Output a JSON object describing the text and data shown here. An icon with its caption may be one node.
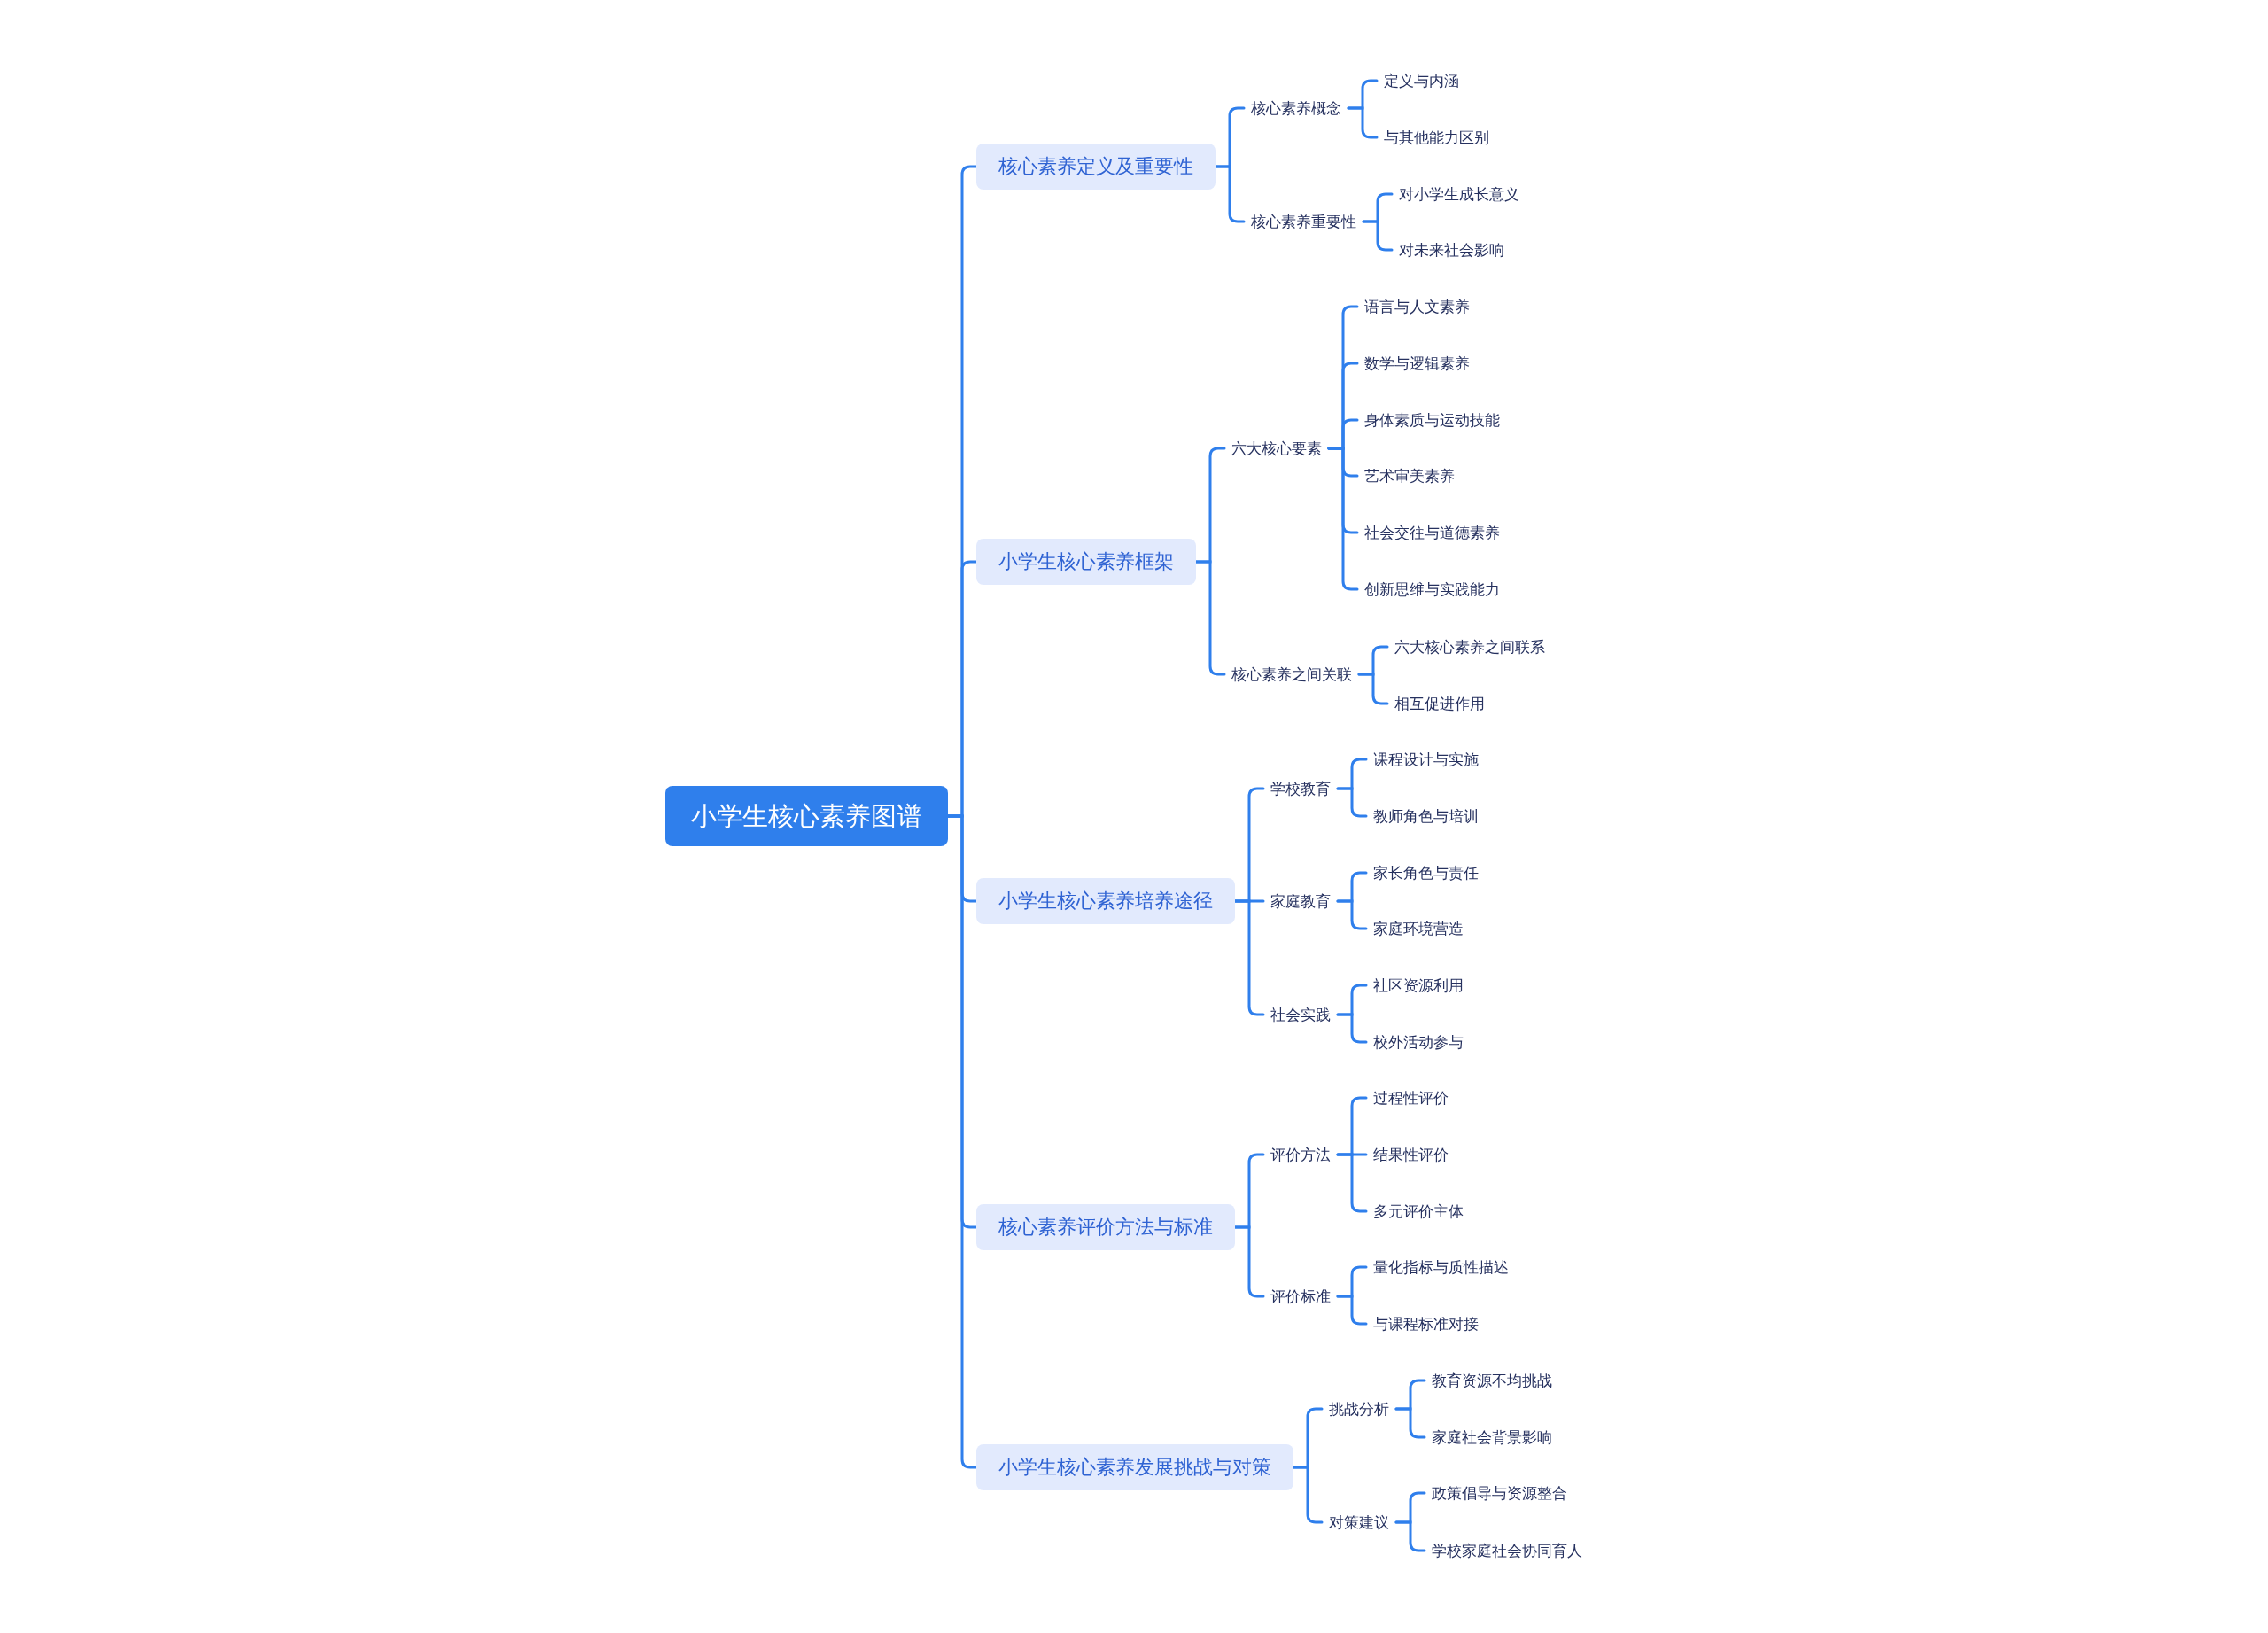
{
  "diagram": {
    "nodes": [
      {
        "text": [
          "小学生核心素养图谱"
        ]
      },
      {
        "text": [
          "核心素养定义及重要性"
        ]
      },
      {
        "text": [
          "核心素养概念"
        ]
      },
      {
        "text": [
          "定义与内涵"
        ]
      },
      {
        "text": [
          "与其他能力区别"
        ]
      },
      {
        "text": [
          "核心素养重要性"
        ]
      },
      {
        "text": [
          "对小学生成长意义"
        ]
      },
      {
        "text": [
          "对未来社会影响"
        ]
      },
      {
        "text": [
          "小学生核心素养框架"
        ]
      },
      {
        "text": [
          "六大核心要素"
        ]
      },
      {
        "text": [
          "语言与人文素养"
        ]
      },
      {
        "text": [
          "数学与逻辑素养"
        ]
      },
      {
        "text": [
          "身体素质与运动技能"
        ]
      },
      {
        "text": [
          "艺术审美素养"
        ]
      },
      {
        "text": [
          "社会交往与道德素养"
        ]
      },
      {
        "text": [
          "创新思维与实践能力"
        ]
      },
      {
        "text": [
          "核心素养之间关联"
        ]
      },
      {
        "text": [
          "六大核心素养之间联系"
        ]
      },
      {
        "text": [
          "相互促进作用"
        ]
      },
      {
        "text": [
          "小学生核心素养培养途径"
        ]
      },
      {
        "text": [
          "学校教育"
        ]
      },
      {
        "text": [
          "课程设计与实施"
        ]
      },
      {
        "text": [
          "教师角色与培训"
        ]
      },
      {
        "text": [
          "家庭教育"
        ]
      },
      {
        "text": [
          "家长角色与责任"
        ]
      },
      {
        "text": [
          "家庭环境营造"
        ]
      },
      {
        "text": [
          "社会实践"
        ]
      },
      {
        "text": [
          "社区资源利用"
        ]
      },
      {
        "text": [
          "校外活动参与"
        ]
      },
      {
        "text": [
          "核心素养评价方法与标准"
        ]
      },
      {
        "text": [
          "评价方法"
        ]
      },
      {
        "text": [
          "过程性评价"
        ]
      },
      {
        "text": [
          "结果性评价"
        ]
      },
      {
        "text": [
          "多元评价主体"
        ]
      },
      {
        "text": [
          "评价标准"
        ]
      },
      {
        "text": [
          "量化指标与质性描述"
        ]
      },
      {
        "text": [
          "与课程标准对接"
        ]
      },
      {
        "text": [
          "小学生核心素养发展挑战与对策"
        ]
      },
      {
        "text": [
          "挑战分析"
        ]
      },
      {
        "text": [
          "教育资源不均挑战"
        ]
      },
      {
        "text": [
          "家庭社会背景影响"
        ]
      },
      {
        "text": [
          "对策建议"
        ]
      },
      {
        "text": [
          "政策倡导与资源整合"
        ]
      },
      {
        "text": [
          "学校家庭社会协同育人"
        ]
      }
    ],
    "edges": [
      {
        "from": 0,
        "to": 1,
        "arrow": "none"
      },
      {
        "from": 1,
        "to": 2,
        "arrow": "none"
      },
      {
        "from": 2,
        "to": 3,
        "arrow": "none"
      },
      {
        "from": 2,
        "to": 4,
        "arrow": "none"
      },
      {
        "from": 1,
        "to": 5,
        "arrow": "none"
      },
      {
        "from": 5,
        "to": 6,
        "arrow": "none"
      },
      {
        "from": 5,
        "to": 7,
        "arrow": "none"
      },
      {
        "from": 0,
        "to": 8,
        "arrow": "none"
      },
      {
        "from": 8,
        "to": 9,
        "arrow": "none"
      },
      {
        "from": 9,
        "to": 10,
        "arrow": "none"
      },
      {
        "from": 9,
        "to": 11,
        "arrow": "none"
      },
      {
        "from": 9,
        "to": 12,
        "arrow": "none"
      },
      {
        "from": 9,
        "to": 13,
        "arrow": "none"
      },
      {
        "from": 9,
        "to": 14,
        "arrow": "none"
      },
      {
        "from": 9,
        "to": 15,
        "arrow": "none"
      },
      {
        "from": 8,
        "to": 16,
        "arrow": "none"
      },
      {
        "from": 16,
        "to": 17,
        "arrow": "none"
      },
      {
        "from": 16,
        "to": 18,
        "arrow": "none"
      },
      {
        "from": 0,
        "to": 19,
        "arrow": "none"
      },
      {
        "from": 19,
        "to": 20,
        "arrow": "none"
      },
      {
        "from": 20,
        "to": 21,
        "arrow": "none"
      },
      {
        "from": 20,
        "to": 22,
        "arrow": "none"
      },
      {
        "from": 19,
        "to": 23,
        "arrow": "none"
      },
      {
        "from": 23,
        "to": 24,
        "arrow": "none"
      },
      {
        "from": 23,
        "to": 25,
        "arrow": "none"
      },
      {
        "from": 19,
        "to": 26,
        "arrow": "none"
      },
      {
        "from": 26,
        "to": 27,
        "arrow": "none"
      },
      {
        "from": 26,
        "to": 28,
        "arrow": "none"
      },
      {
        "from": 0,
        "to": 29,
        "arrow": "none"
      },
      {
        "from": 29,
        "to": 30,
        "arrow": "none"
      },
      {
        "from": 30,
        "to": 31,
        "arrow": "none"
      },
      {
        "from": 30,
        "to": 32,
        "arrow": "none"
      },
      {
        "from": 30,
        "to": 33,
        "arrow": "none"
      },
      {
        "from": 29,
        "to": 34,
        "arrow": "none"
      },
      {
        "from": 34,
        "to": 35,
        "arrow": "none"
      },
      {
        "from": 34,
        "to": 36,
        "arrow": "none"
      },
      {
        "from": 0,
        "to": 37,
        "arrow": "none"
      },
      {
        "from": 37,
        "to": 38,
        "arrow": "none"
      },
      {
        "from": 38,
        "to": 39,
        "arrow": "none"
      },
      {
        "from": 38,
        "to": 40,
        "arrow": "none"
      },
      {
        "from": 37,
        "to": 41,
        "arrow": "none"
      },
      {
        "from": 41,
        "to": 42,
        "arrow": "none"
      },
      {
        "from": 41,
        "to": 43,
        "arrow": "none"
      }
    ]
  }
}
